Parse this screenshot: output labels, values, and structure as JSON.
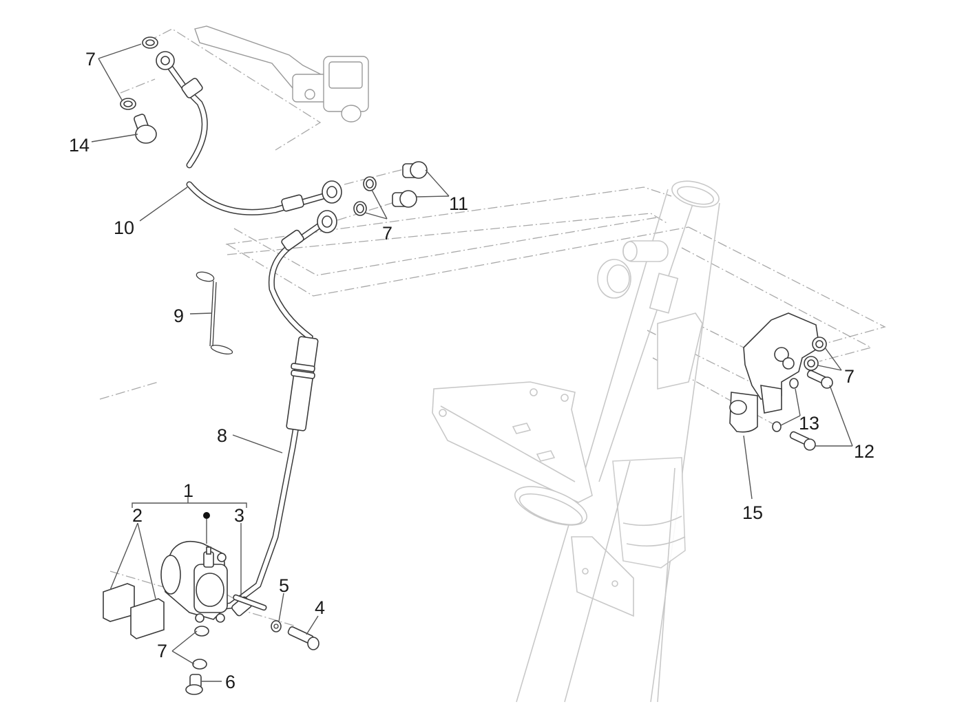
{
  "diagram": {
    "title": "Front brake system exploded view",
    "callouts": [
      {
        "id": "c1",
        "label": "1",
        "part": "brake caliper assembly"
      },
      {
        "id": "c2",
        "label": "2",
        "part": "brake pads"
      },
      {
        "id": "c3",
        "label": "3",
        "part": "pad pin"
      },
      {
        "id": "c4",
        "label": "4",
        "part": "caliper bolt"
      },
      {
        "id": "c5",
        "label": "5",
        "part": "washer"
      },
      {
        "id": "c6",
        "label": "6",
        "part": "banjo bolt"
      },
      {
        "id": "c7a",
        "label": "7",
        "part": "sealing washers (master cylinder)"
      },
      {
        "id": "c7b",
        "label": "7",
        "part": "sealing washers (distributor)"
      },
      {
        "id": "c7c",
        "label": "7",
        "part": "sealing washers (caliper)"
      },
      {
        "id": "c7d",
        "label": "7",
        "part": "sealing washers (distributor body)"
      },
      {
        "id": "c8",
        "label": "8",
        "part": "lower brake hose"
      },
      {
        "id": "c9",
        "label": "9",
        "part": "hose clip"
      },
      {
        "id": "c10",
        "label": "10",
        "part": "upper brake hose"
      },
      {
        "id": "c11",
        "label": "11",
        "part": "banjo bolts"
      },
      {
        "id": "c12",
        "label": "12",
        "part": "screws"
      },
      {
        "id": "c13",
        "label": "13",
        "part": "washers"
      },
      {
        "id": "c14",
        "label": "14",
        "part": "banjo bolt"
      },
      {
        "id": "c15",
        "label": "15",
        "part": "brake distributor"
      }
    ]
  }
}
